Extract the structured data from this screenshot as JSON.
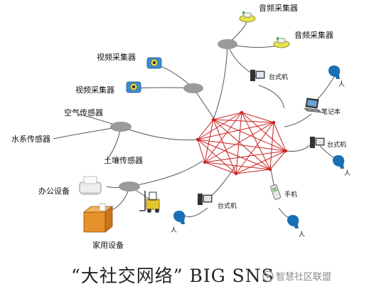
{
  "labels": {
    "audio_top": "音频采集器",
    "audio_mid": "音频采集器",
    "video_top": "视频采集器",
    "video_bottom": "视频采集器",
    "air": "空气传感器",
    "water": "水系传感器",
    "soil": "土壤传感器",
    "office": "办公设备",
    "home": "家用设备",
    "desktop_top": "台式机",
    "desktop_right": "台式机",
    "desktop_bottom": "台式机",
    "laptop": "笔记本",
    "phone": "手机",
    "person": "人"
  },
  "title": "“大社交网络” BIG SNS",
  "watermark": "智慧社区联盟",
  "colors": {
    "mesh": "#cc2222",
    "hub": "#9a9a9a",
    "line": "#555555",
    "person": "#1b6fb4"
  }
}
